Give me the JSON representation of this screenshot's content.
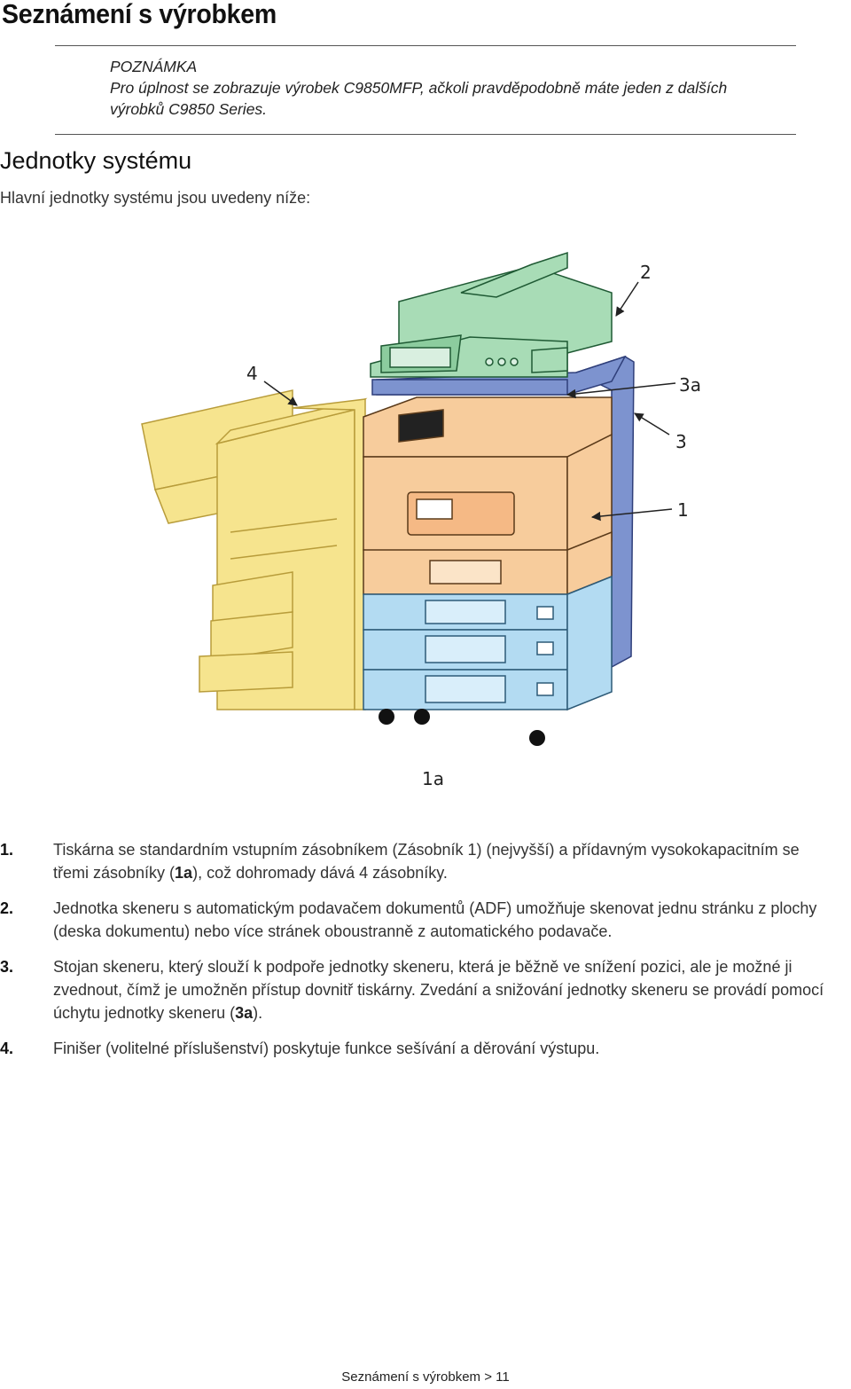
{
  "page_title": "Seznámení s výrobkem",
  "note": {
    "heading": "POZNÁMKA",
    "text": "Pro úplnost se zobrazuje výrobek C9850MFP, ačkoli pravděpodobně máte jeden z dalších výrobků C9850 Series."
  },
  "section_title": "Jednotky systému",
  "intro": "Hlavní jednotky systému jsou uvedeny níže:",
  "figure": {
    "callouts": {
      "c2": "2",
      "c4": "4",
      "c3a": "3a",
      "c3": "3",
      "c1": "1",
      "c1a": "1a"
    },
    "colors": {
      "finisher": "#f6e48e",
      "scanner": "#a8dcb6",
      "stand": "#7d93cf",
      "printer": "#f7cc9c",
      "trays": "#b3dbf2"
    }
  },
  "items": [
    {
      "num": "1.",
      "pre": "Tiskárna se standardním vstupním zásobníkem (Zásobník 1) (nejvyšší) a přídavným vysokokapacitním se třemi zásobníky (",
      "bold": "1a",
      "post": "), což dohromady dává 4 zásobníky."
    },
    {
      "num": "2.",
      "text": "Jednotka skeneru s automatickým podavačem dokumentů (ADF) umožňuje skenovat jednu stránku z plochy (deska dokumentu) nebo více stránek oboustranně z automatického podavače."
    },
    {
      "num": "3.",
      "pre": "Stojan skeneru, který slouží k podpoře jednotky skeneru, která je běžně ve snížení pozici, ale je možné ji zvednout, čímž je umožněn přístup dovnitř tiskárny. Zvedání a snižování jednotky skeneru se provádí pomocí úchytu jednotky skeneru (",
      "bold": "3a",
      "post": ")."
    },
    {
      "num": "4.",
      "text": "Finišer (volitelné příslušenství) poskytuje funkce sešívání a děrování výstupu."
    }
  ],
  "footer": "Seznámení s výrobkem > 11"
}
